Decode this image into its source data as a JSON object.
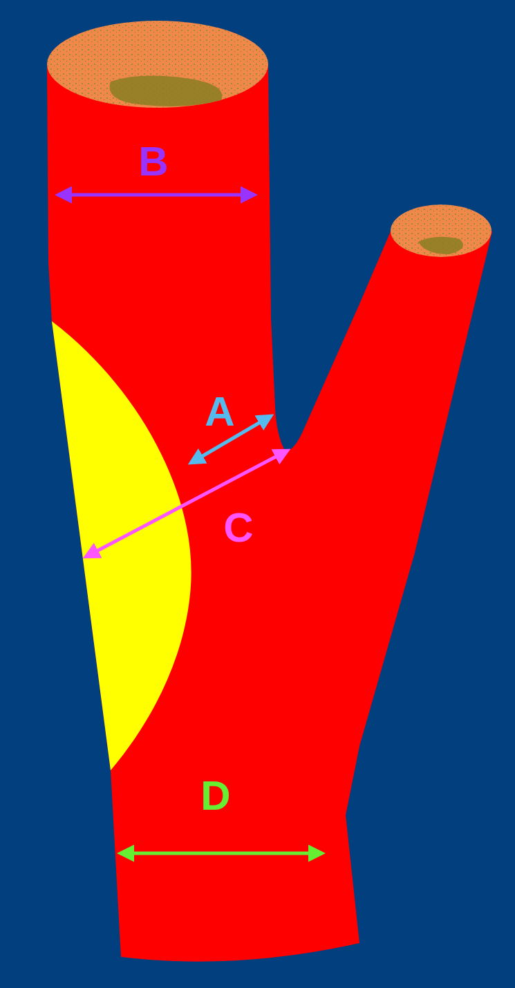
{
  "diagram": {
    "labels": [
      "B",
      "A",
      "C",
      "D"
    ]
  }
}
